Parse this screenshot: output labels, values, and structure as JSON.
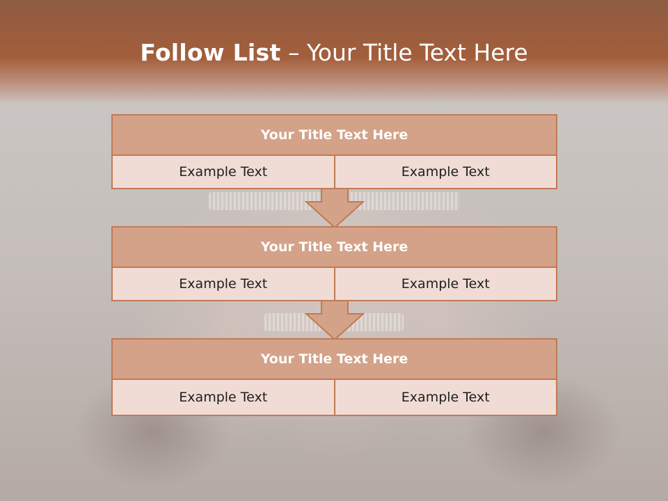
{
  "slide": {
    "title_bold": "Follow List",
    "title_rest": " – Your Title Text Here"
  },
  "flow": {
    "boxes": [
      {
        "title": "Your Title Text Here",
        "left": "Example Text",
        "right": "Example Text"
      },
      {
        "title": "Your Title Text Here",
        "left": "Example Text",
        "right": "Example Text"
      },
      {
        "title": "Your Title Text Here",
        "left": "Example Text",
        "right": "Example Text"
      }
    ]
  },
  "colors": {
    "header": "#a35e3b",
    "box_title_fill": "#d3a288",
    "box_cell_fill": "#f0dcd5",
    "border": "#c07a56",
    "arrow_fill": "#d3a288"
  },
  "icons": [
    "down-arrow-icon"
  ]
}
